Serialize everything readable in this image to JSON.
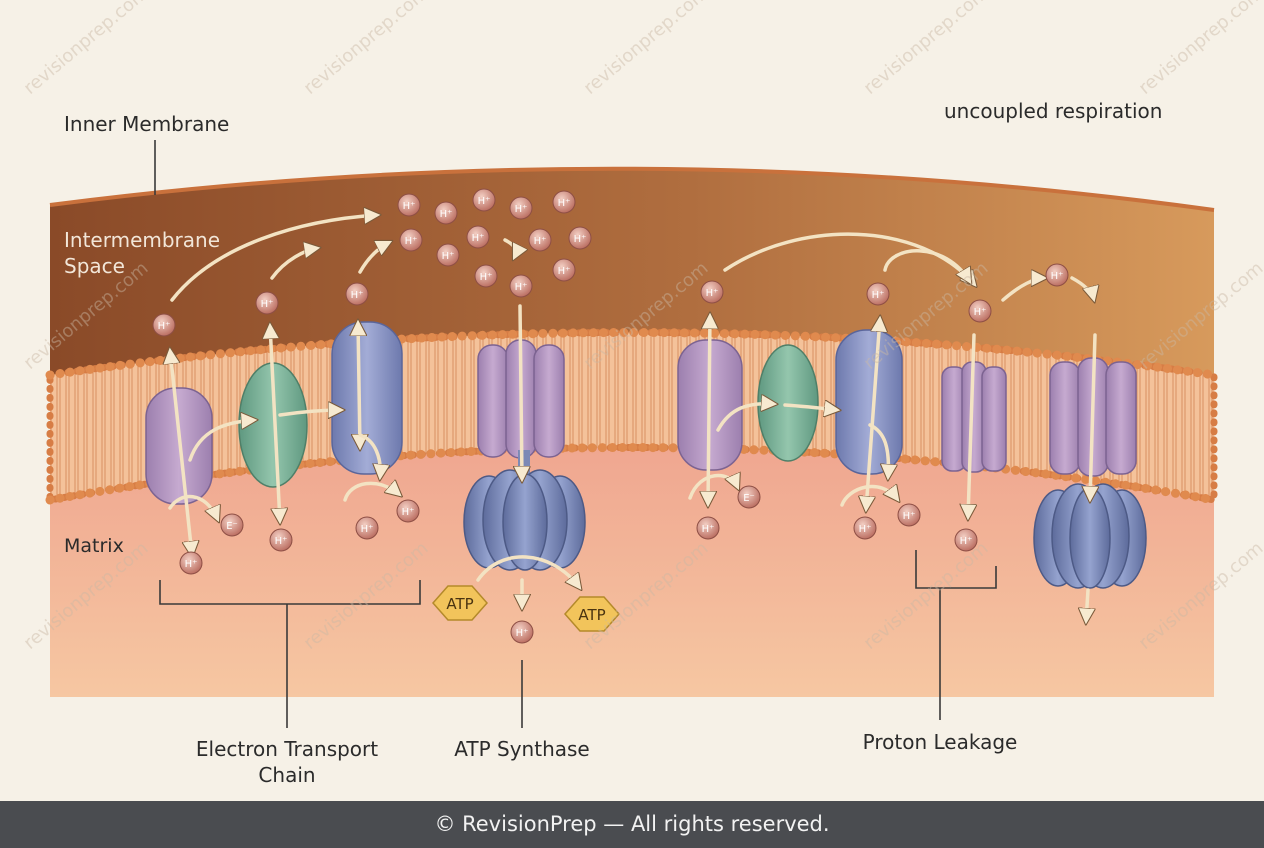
{
  "title": "uncoupled respiration",
  "regions": {
    "inner_membrane": "Inner Membrane",
    "intermembrane_space": [
      "Intermembrane",
      "Space"
    ],
    "matrix": "Matrix"
  },
  "groups": {
    "etc": [
      "Electron Transport",
      "Chain"
    ],
    "atp_synthase": "ATP Synthase",
    "proton_leakage": "Proton Leakage"
  },
  "particle_labels": {
    "proton": "H⁺",
    "electron": "E⁻",
    "atp": "ATP"
  },
  "watermark": "revisionprep.com",
  "footer": "© RevisionPrep — All rights reserved.",
  "colors": {
    "background": "#f6f1e7",
    "intermembrane": "#a8643a",
    "matrix": "#f1b8a0",
    "lipid_head": "#e08a4e",
    "complex_purple": "#b79ac2",
    "complex_green": "#7fb39b",
    "complex_blue": "#8c98c6",
    "atp_synthase": "#7b89b5",
    "proton": "#c98274",
    "atp": "#f2c45b",
    "arrow": "#f3e3c3",
    "footer_bar": "#4a4c50"
  }
}
